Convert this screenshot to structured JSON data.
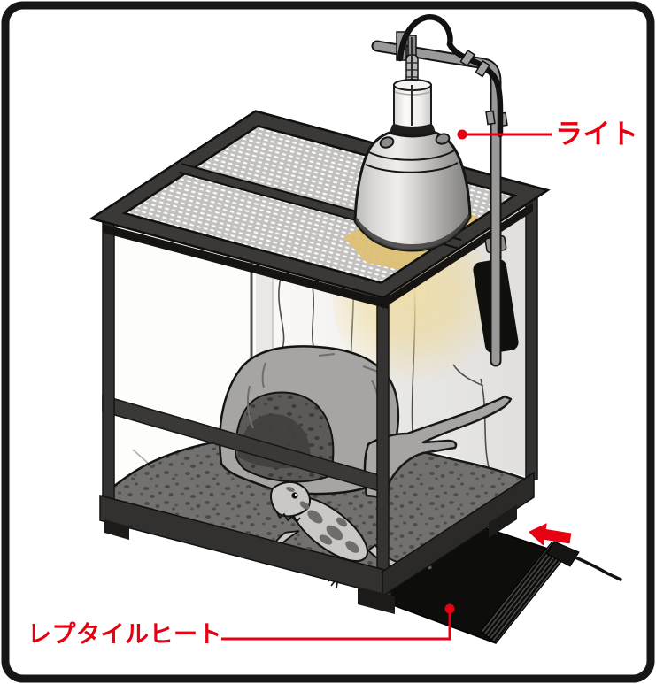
{
  "diagram": {
    "type": "reptile-terrarium-heating-lighting-setup",
    "callouts": [
      {
        "id": "light",
        "label": "ライト"
      },
      {
        "id": "reptile-heat",
        "label": "レプタイルヒート"
      }
    ],
    "icons": {
      "insert_arrow": "arrow-pointing-left-under-tank"
    },
    "colors": {
      "accent": "#e60012",
      "frame": "#343332",
      "mesh": "#c6c5c3",
      "mesh_glow": "#f0c35a",
      "wall": "#ecebe9",
      "substrate": "#72716f",
      "rock": "#a6a5a3",
      "lamp_metal": "#c9c8c6",
      "glow": "#f3dfa0",
      "heat_mat": "#0d0d0c",
      "border": "#161616",
      "background": "#ffffff"
    }
  }
}
